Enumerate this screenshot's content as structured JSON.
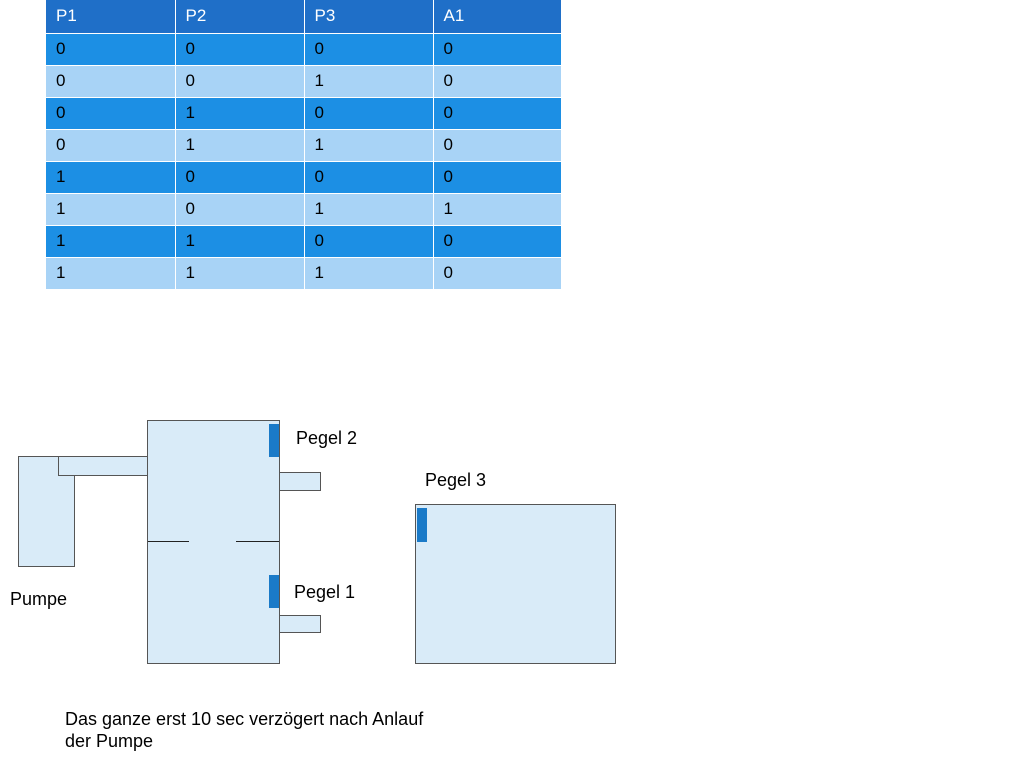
{
  "table": {
    "headers": [
      "P1",
      "P2",
      "P3",
      "A1"
    ],
    "rows": [
      [
        "0",
        "0",
        "0",
        "0"
      ],
      [
        "0",
        "0",
        "1",
        "0"
      ],
      [
        "0",
        "1",
        "0",
        "0"
      ],
      [
        "0",
        "1",
        "1",
        "0"
      ],
      [
        "1",
        "0",
        "0",
        "0"
      ],
      [
        "1",
        "0",
        "1",
        "1"
      ],
      [
        "1",
        "1",
        "0",
        "0"
      ],
      [
        "1",
        "1",
        "1",
        "0"
      ]
    ]
  },
  "diagram": {
    "labels": {
      "pumpe": "Pumpe",
      "pegel1": "Pegel 1",
      "pegel2": "Pegel 2",
      "pegel3": "Pegel 3"
    },
    "colors": {
      "tank_fill": "#d9ebf8",
      "sensor": "#1a7ac8",
      "header": "#1f6fc8",
      "row_dark": "#1c8fe4",
      "row_light": "#a8d3f6"
    }
  },
  "note": {
    "line1": "Das ganze erst 10 sec verzögert nach Anlauf",
    "line2": "der Pumpe"
  }
}
